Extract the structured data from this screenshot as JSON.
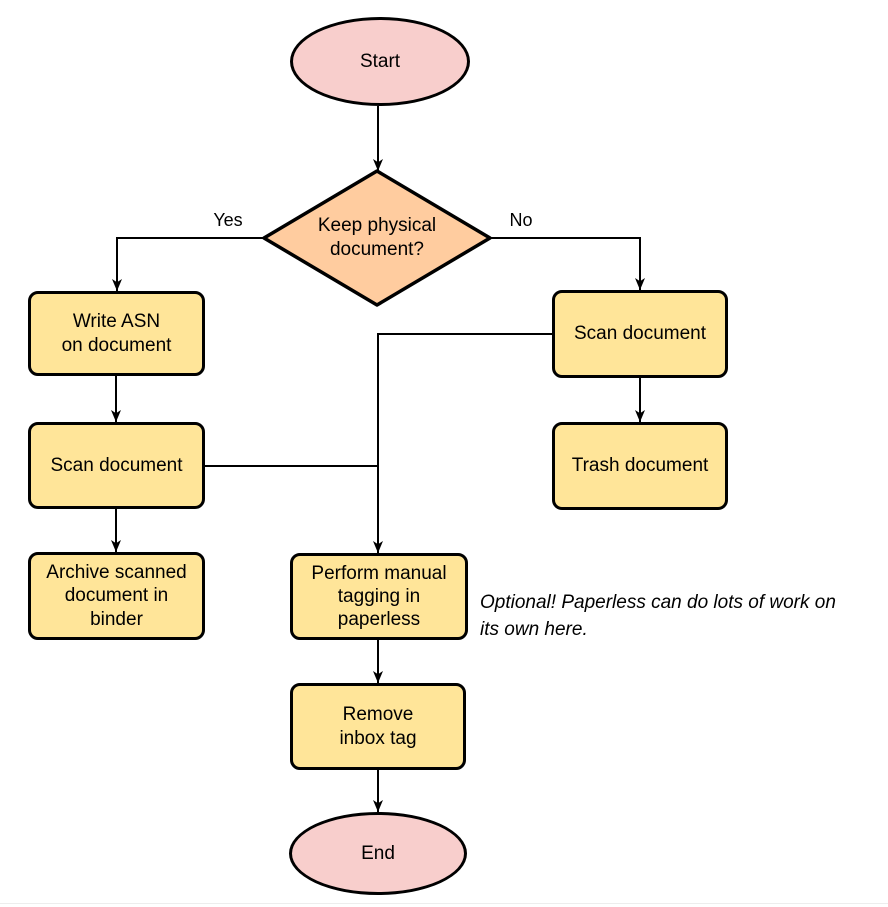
{
  "diagram": {
    "nodes": {
      "start": {
        "label": "Start"
      },
      "decision": {
        "label": "Keep physical\ndocument?"
      },
      "write_asn": {
        "label": "Write ASN\non document"
      },
      "scan_left": {
        "label": "Scan document"
      },
      "archive": {
        "label": "Archive scanned\ndocument in\nbinder"
      },
      "scan_right": {
        "label": "Scan document"
      },
      "trash": {
        "label": "Trash document"
      },
      "tagging": {
        "label": "Perform manual\ntagging in\npaperless"
      },
      "remove_inbox": {
        "label": "Remove\ninbox tag"
      },
      "end": {
        "label": "End"
      }
    },
    "edge_labels": {
      "yes": "Yes",
      "no": "No"
    },
    "note": "Optional! Paperless can do lots of work on\nits own here.",
    "colors": {
      "terminator_fill": "#f8cecc",
      "decision_fill": "#ffcc9f",
      "process_fill": "#ffe599",
      "stroke": "#000000"
    }
  }
}
